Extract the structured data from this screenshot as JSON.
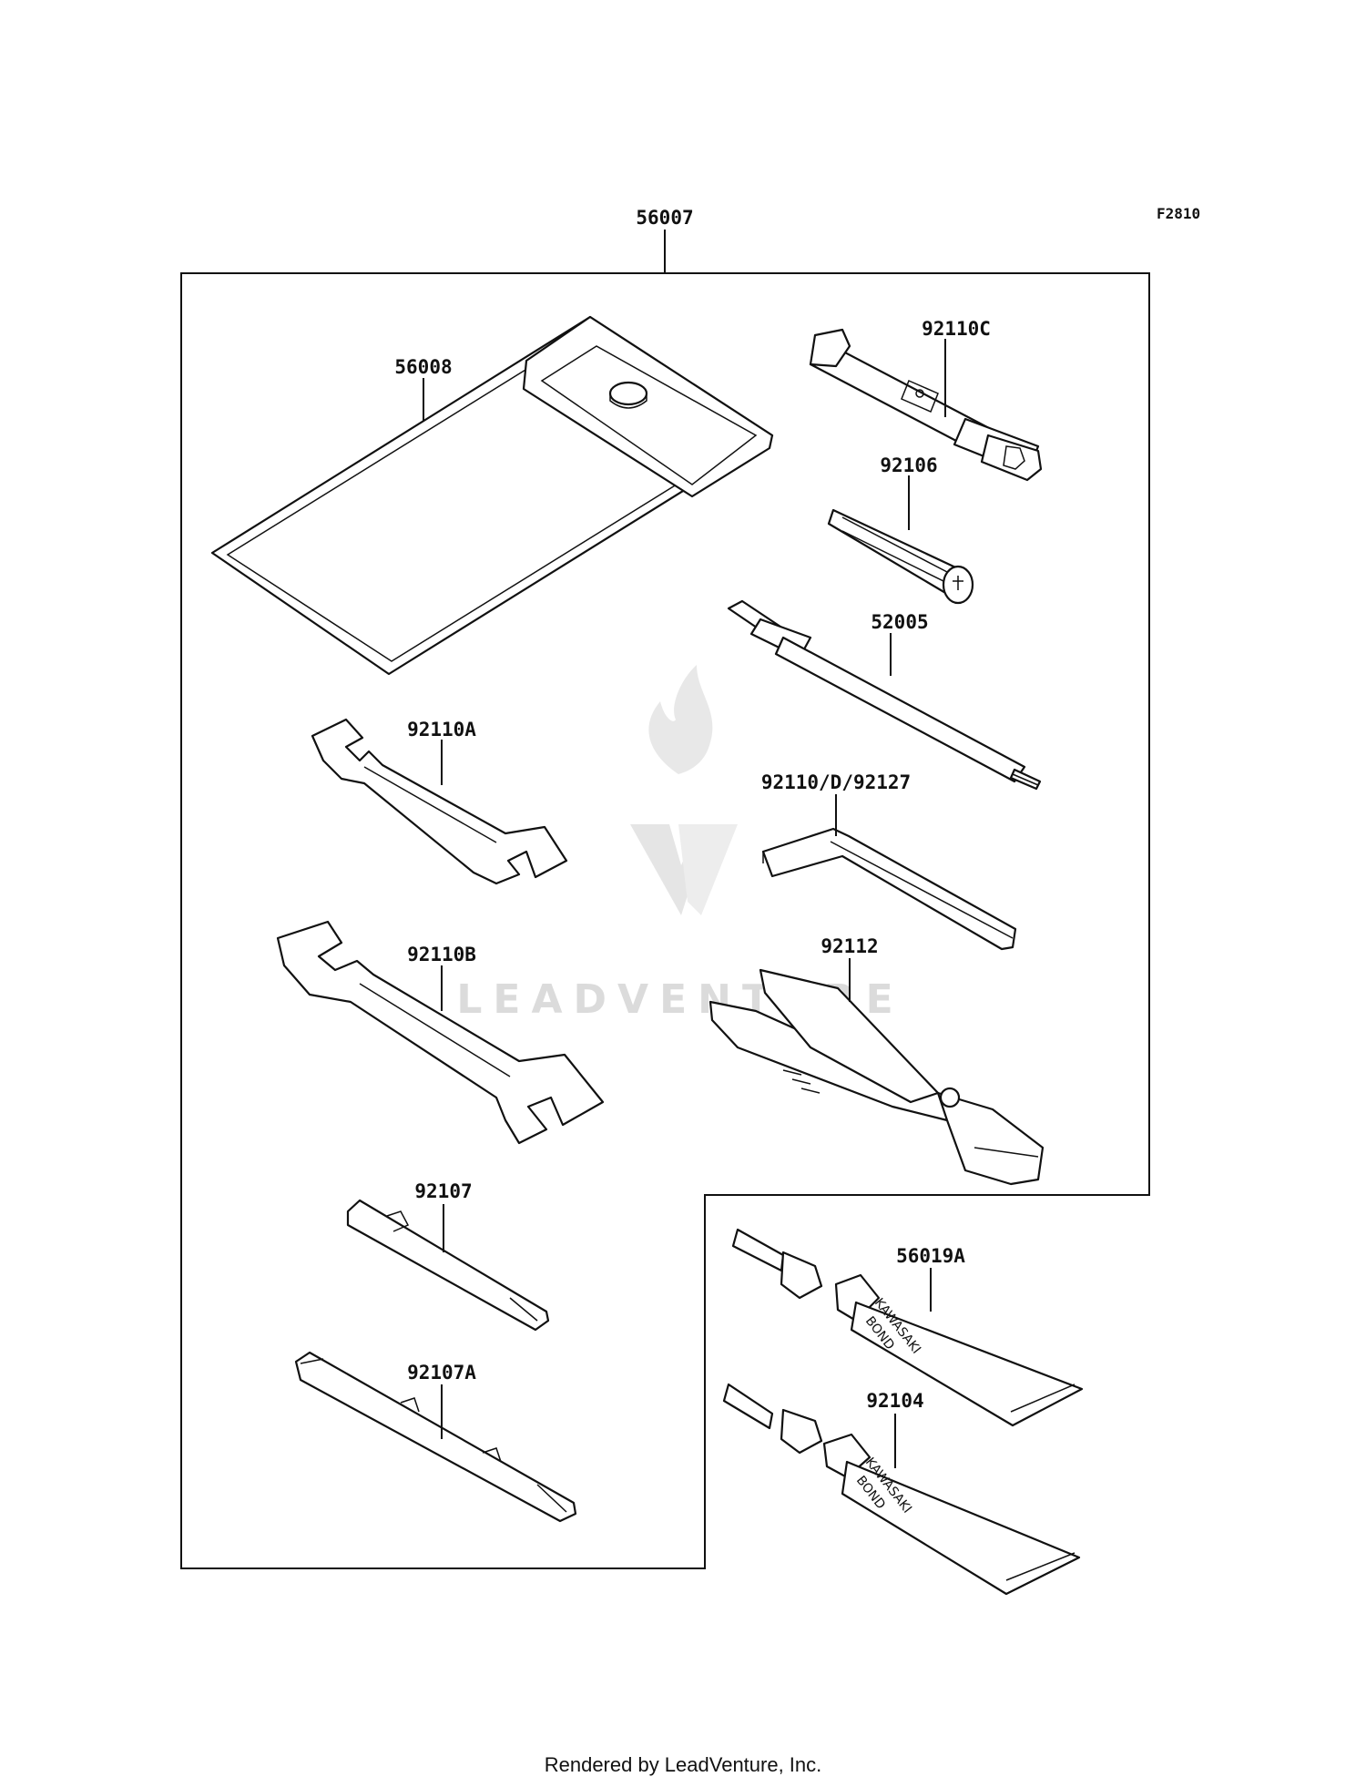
{
  "figure_ref": "F2810",
  "labels": {
    "kit": "56007",
    "pouch": "56008",
    "spark_plug_wrench": "92110C",
    "handle_bar": "92106",
    "air_gauge": "52005",
    "hex_wrench": "92110/D/92127",
    "pliers": "92112",
    "wrench_small": "92110A",
    "wrench_large": "92110B",
    "screwdriver_bit": "92107",
    "screwdriver_double": "92107A",
    "bond_a": "56019A",
    "bond_b": "92104"
  },
  "tube_text": {
    "brand": "KAWASAKI",
    "product": "BOND"
  },
  "watermark": {
    "text": "LEADVENTURE"
  },
  "footer": "Rendered by LeadVenture, Inc."
}
